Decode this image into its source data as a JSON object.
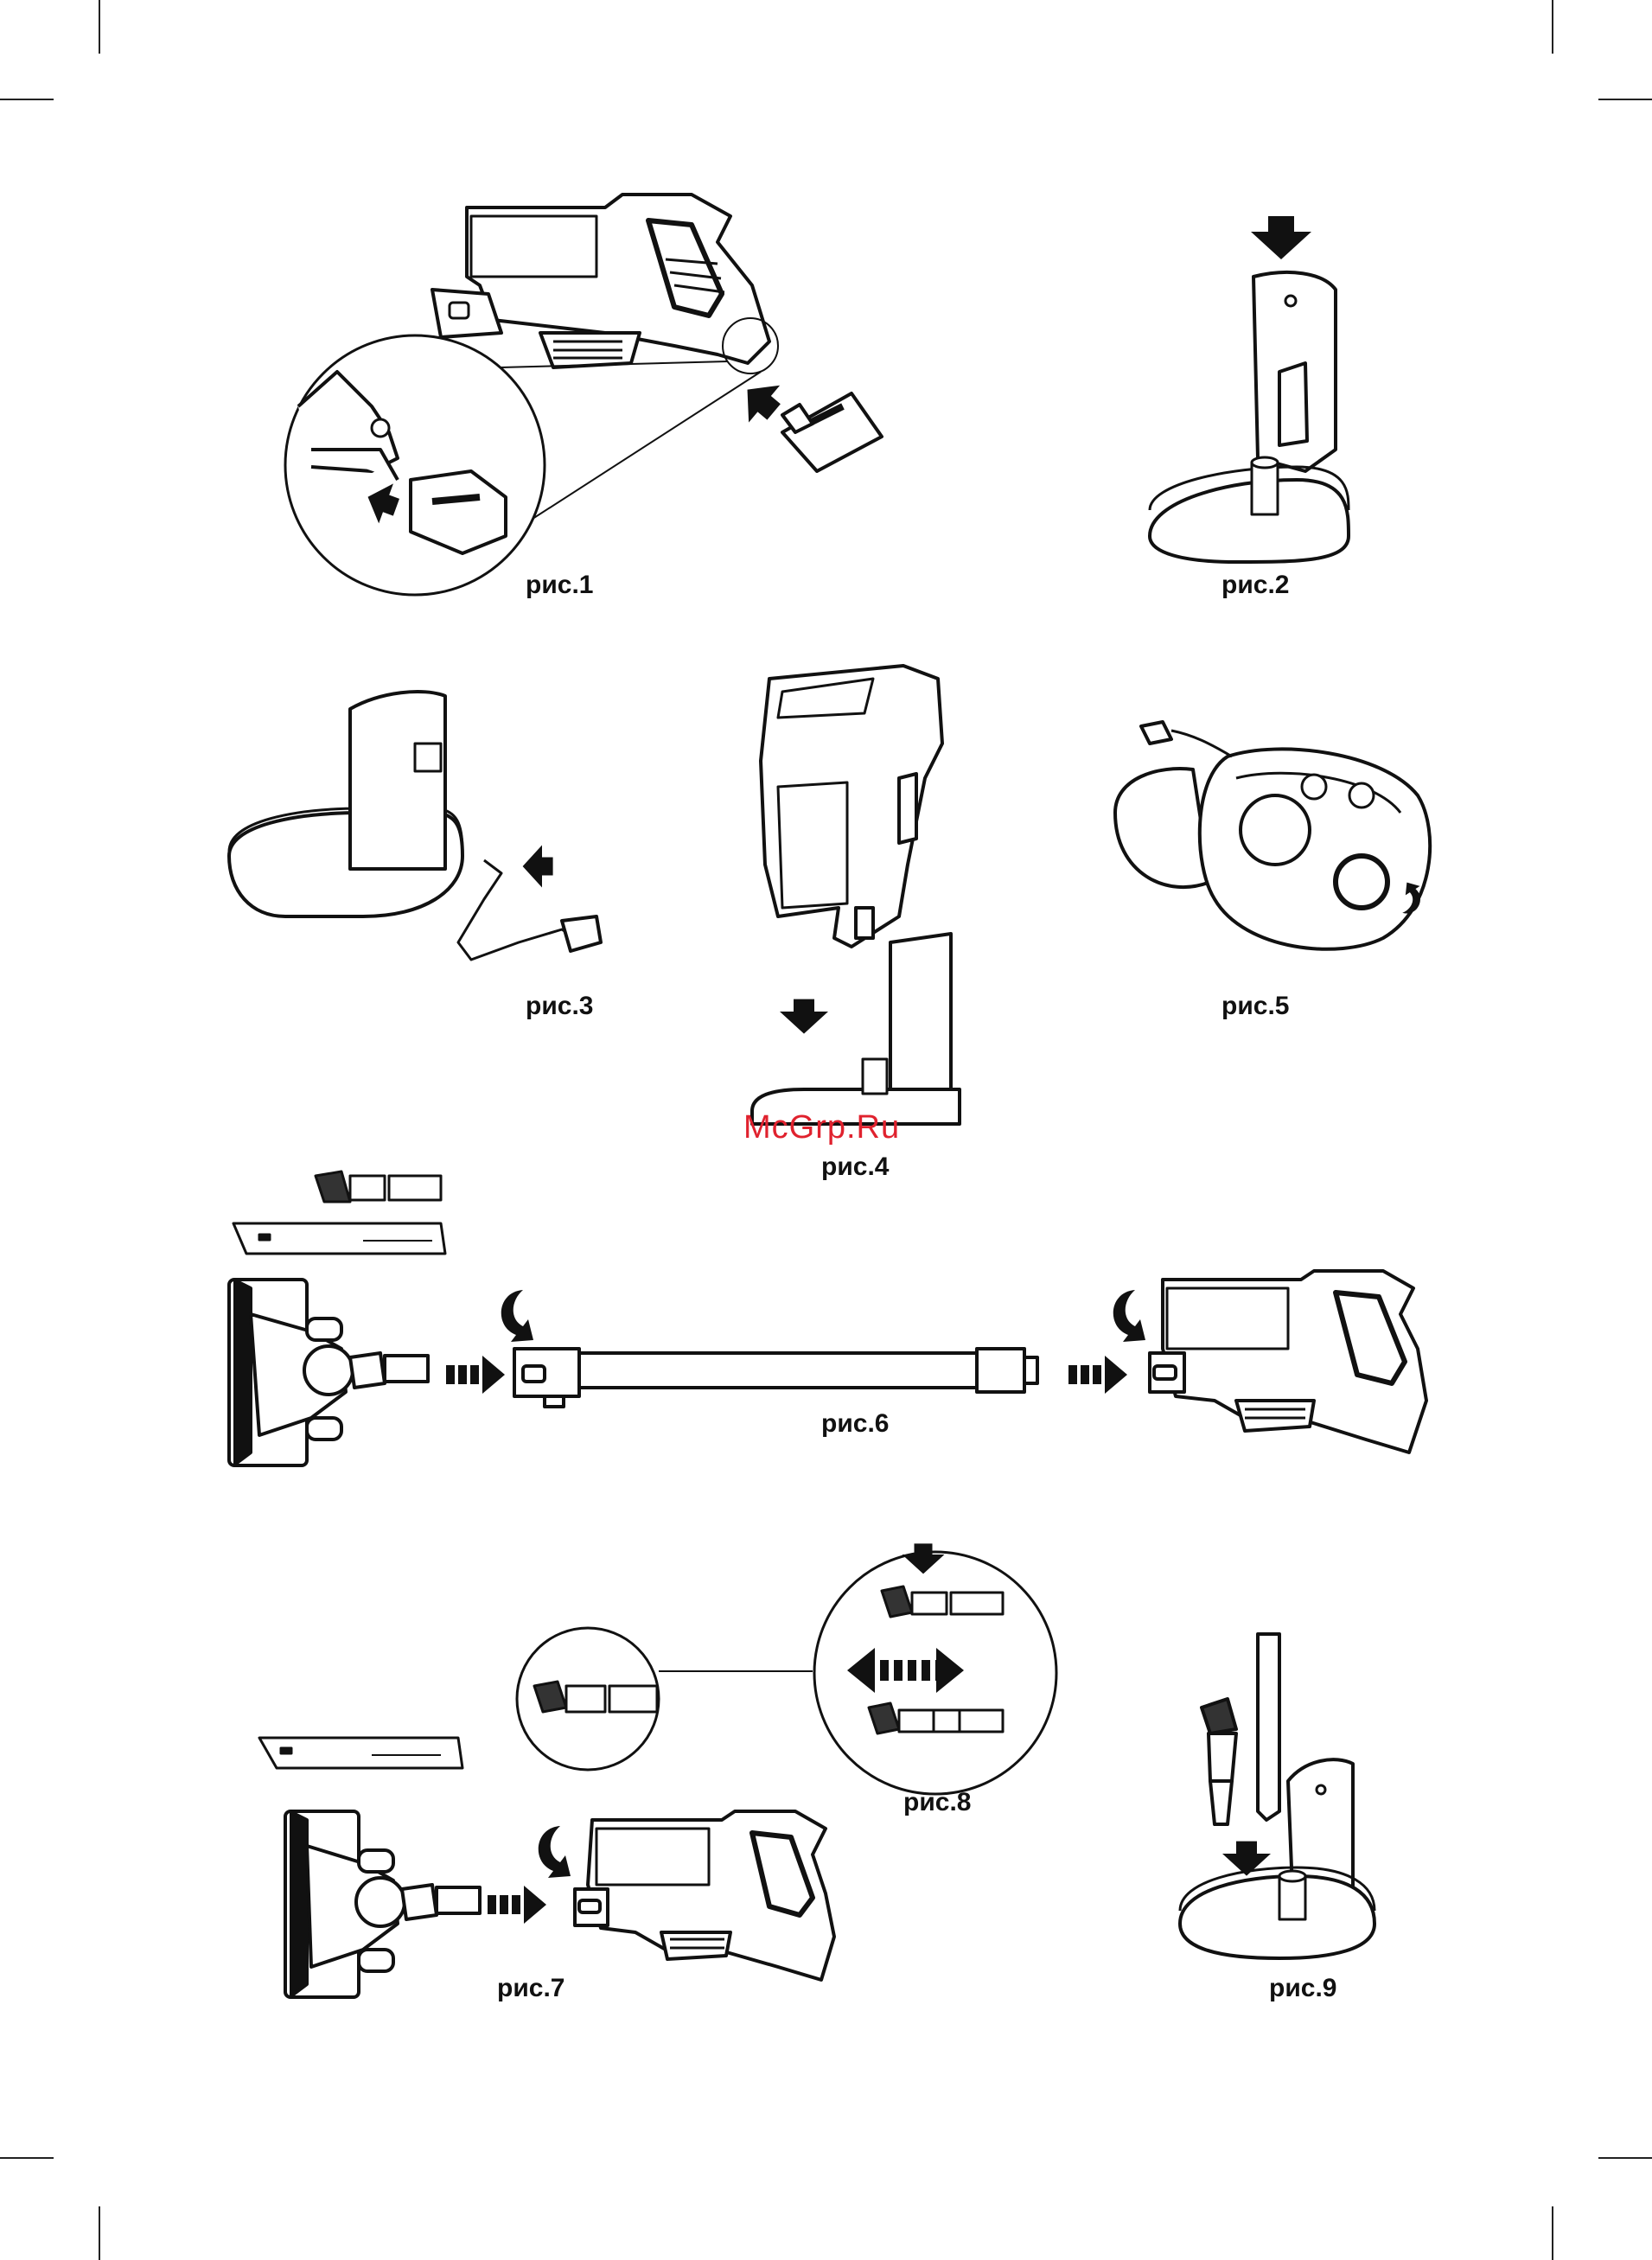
{
  "watermark": "McGrp.Ru",
  "figures": [
    {
      "id": "fig1",
      "caption": "рис.1"
    },
    {
      "id": "fig2",
      "caption": "рис.2"
    },
    {
      "id": "fig3",
      "caption": "рис.3"
    },
    {
      "id": "fig4",
      "caption": "рис.4"
    },
    {
      "id": "fig5",
      "caption": "рис.5"
    },
    {
      "id": "fig6",
      "caption": "рис.6"
    },
    {
      "id": "fig7",
      "caption": "рис.7"
    },
    {
      "id": "fig8",
      "caption": "рис.8"
    },
    {
      "id": "fig9",
      "caption": "рис.9"
    }
  ],
  "colors": {
    "ink": "#111111",
    "watermark": "#e0222e",
    "paper": "#ffffff"
  }
}
